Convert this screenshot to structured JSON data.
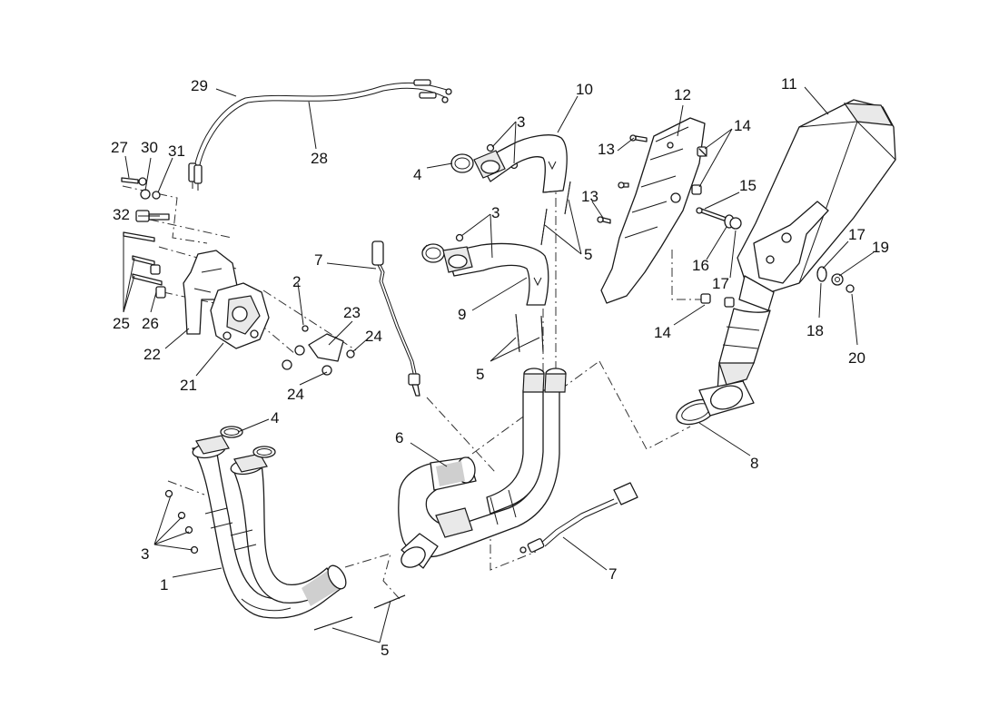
{
  "callouts": [
    {
      "id": "c1",
      "text": "1"
    },
    {
      "id": "c2",
      "text": "2"
    },
    {
      "id": "c3a",
      "text": "3"
    },
    {
      "id": "c3b",
      "text": "3"
    },
    {
      "id": "c3c",
      "text": "3"
    },
    {
      "id": "c4a",
      "text": "4"
    },
    {
      "id": "c4b",
      "text": "4"
    },
    {
      "id": "c5a",
      "text": "5"
    },
    {
      "id": "c5b",
      "text": "5"
    },
    {
      "id": "c5c",
      "text": "5"
    },
    {
      "id": "c6",
      "text": "6"
    },
    {
      "id": "c7a",
      "text": "7"
    },
    {
      "id": "c7b",
      "text": "7"
    },
    {
      "id": "c8",
      "text": "8"
    },
    {
      "id": "c9",
      "text": "9"
    },
    {
      "id": "c10",
      "text": "10"
    },
    {
      "id": "c11",
      "text": "11"
    },
    {
      "id": "c12",
      "text": "12"
    },
    {
      "id": "c13a",
      "text": "13"
    },
    {
      "id": "c13b",
      "text": "13"
    },
    {
      "id": "c14a",
      "text": "14"
    },
    {
      "id": "c14b",
      "text": "14"
    },
    {
      "id": "c15",
      "text": "15"
    },
    {
      "id": "c16",
      "text": "16"
    },
    {
      "id": "c17a",
      "text": "17"
    },
    {
      "id": "c17b",
      "text": "17"
    },
    {
      "id": "c18",
      "text": "18"
    },
    {
      "id": "c19",
      "text": "19"
    },
    {
      "id": "c20",
      "text": "20"
    },
    {
      "id": "c21",
      "text": "21"
    },
    {
      "id": "c22",
      "text": "22"
    },
    {
      "id": "c23",
      "text": "23"
    },
    {
      "id": "c24a",
      "text": "24"
    },
    {
      "id": "c24b",
      "text": "24"
    },
    {
      "id": "c25",
      "text": "25"
    },
    {
      "id": "c26",
      "text": "26"
    },
    {
      "id": "c27",
      "text": "27"
    },
    {
      "id": "c28",
      "text": "28"
    },
    {
      "id": "c29",
      "text": "29"
    },
    {
      "id": "c30",
      "text": "30"
    },
    {
      "id": "c31",
      "text": "31"
    },
    {
      "id": "c32",
      "text": "32"
    }
  ]
}
